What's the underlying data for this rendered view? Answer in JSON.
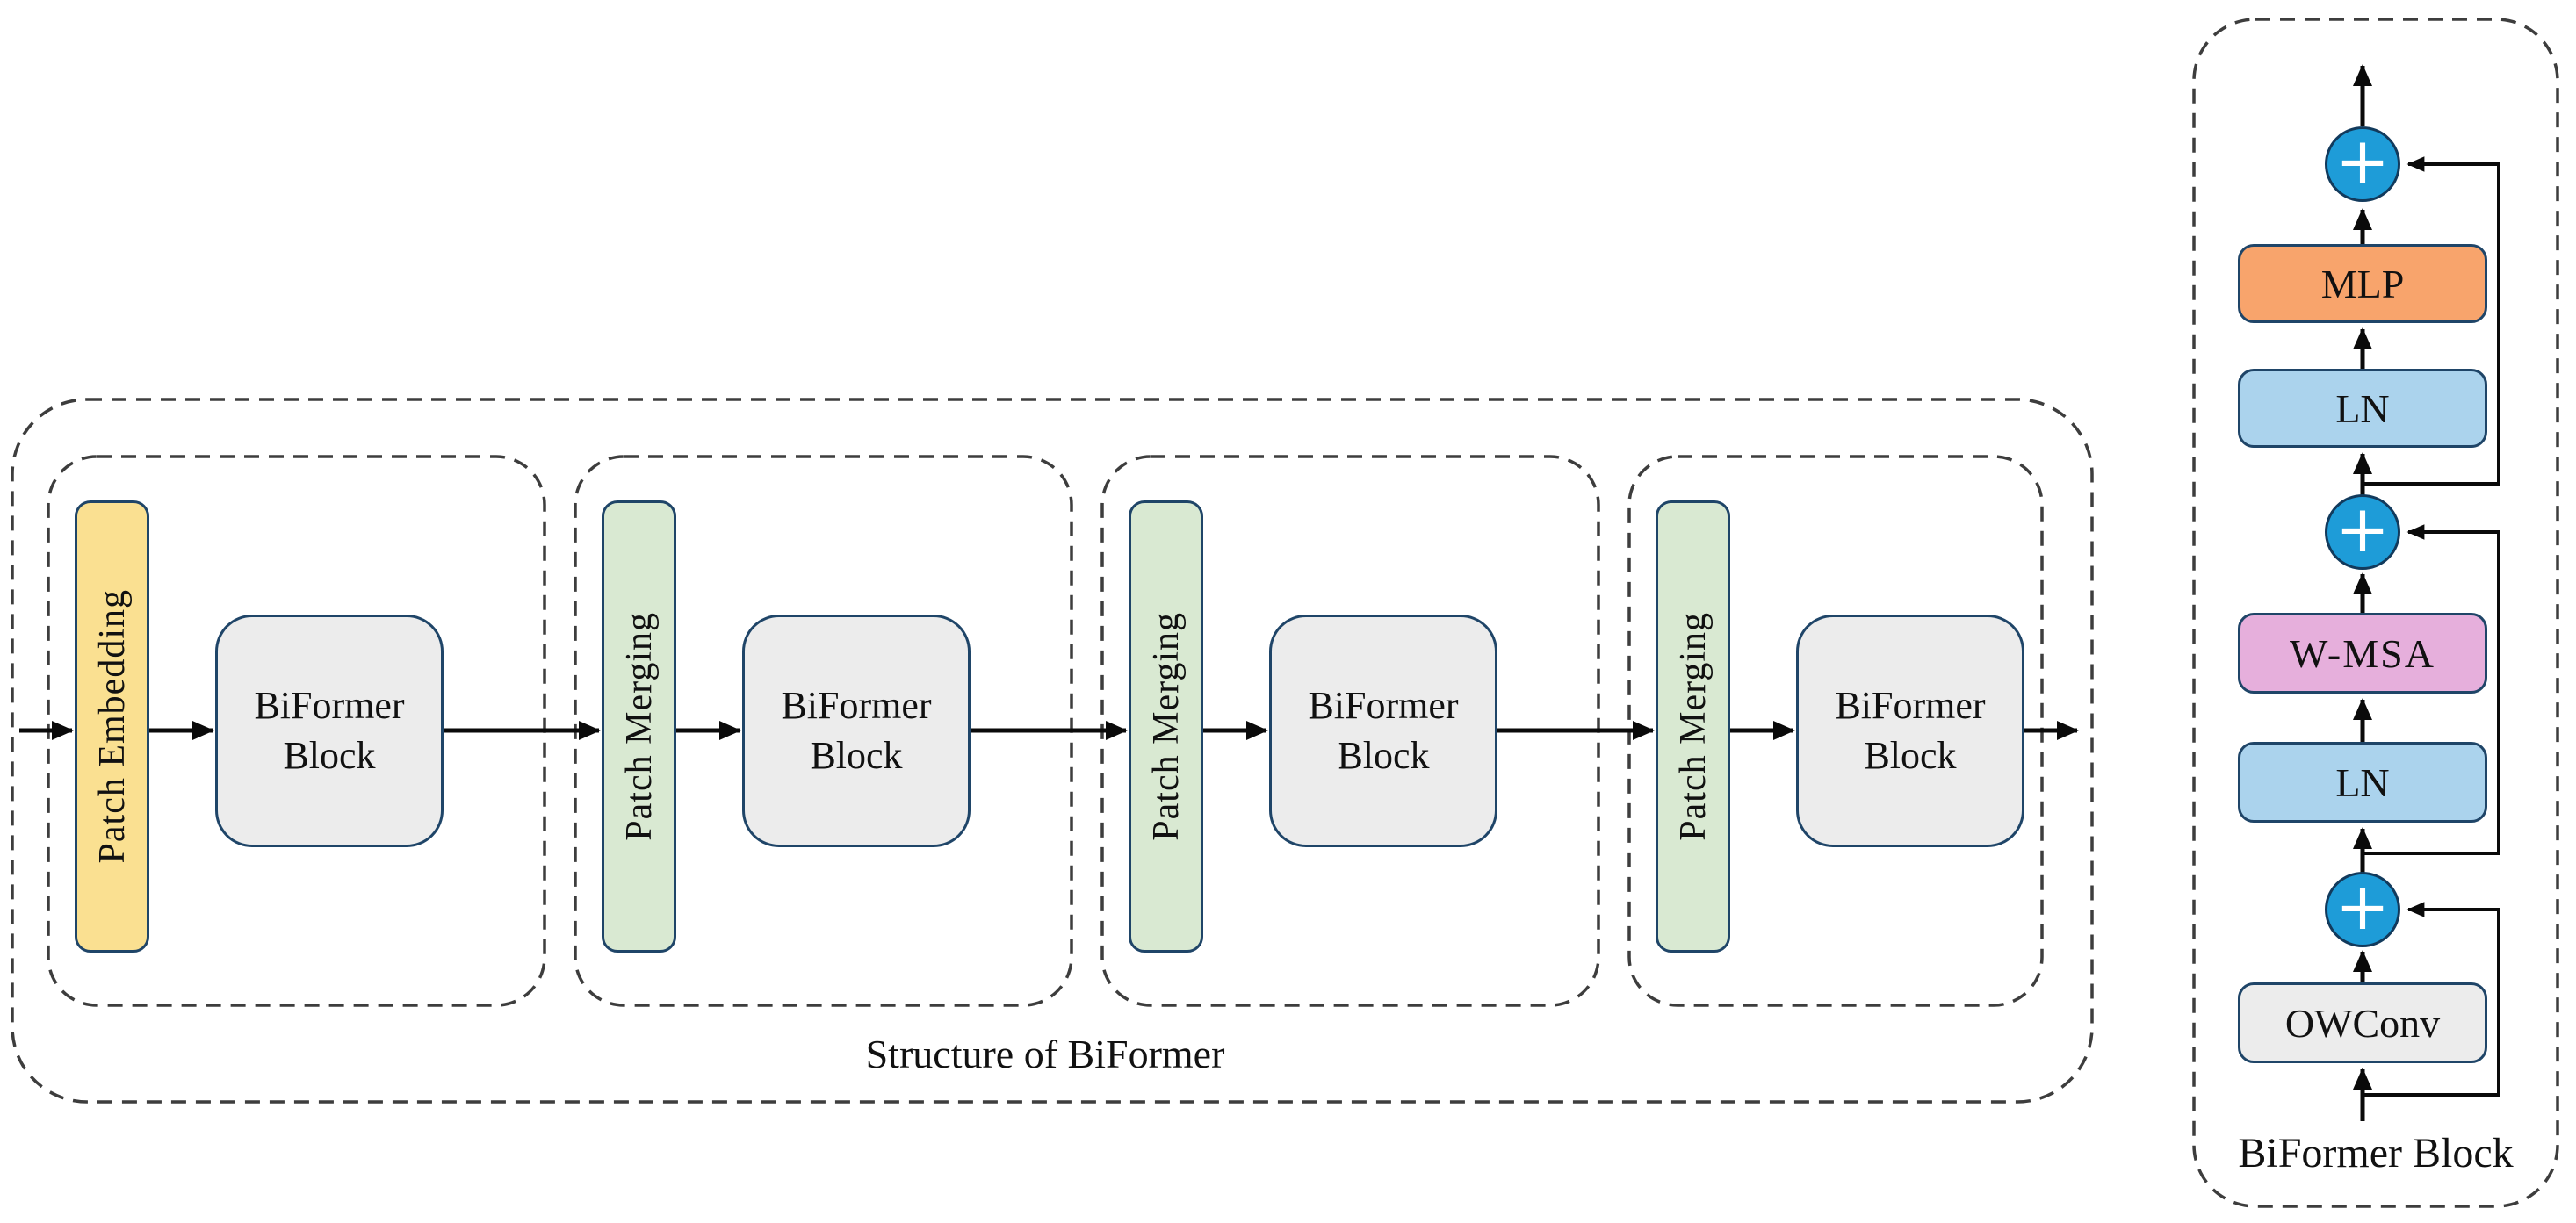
{
  "left_diagram": {
    "caption": "Structure of BiFormer",
    "stages": [
      {
        "pre_label": "Patch Embedding",
        "block_label": "BiFormer Block"
      },
      {
        "pre_label": "Patch Merging",
        "block_label": "BiFormer Block"
      },
      {
        "pre_label": "Patch Merging",
        "block_label": "BiFormer Block"
      },
      {
        "pre_label": "Patch Merging",
        "block_label": "BiFormer Block"
      }
    ]
  },
  "right_diagram": {
    "caption": "BiFormer Block",
    "stack": [
      "OWConv",
      "LN",
      "W-MSA",
      "LN",
      "MLP"
    ],
    "icons": {
      "plus_add": "+"
    }
  },
  "colors": {
    "patch_embedding_fill": "#fae091",
    "patch_merging_fill": "#d9e9d2",
    "biformer_block_fill": "#ececec",
    "mlp_fill": "#f8a46c",
    "ln_fill": "#abd3ed",
    "wmsa_fill": "#e6afdc",
    "owconv_fill": "#ececec",
    "add_circle_fill": "#1e9cd8",
    "box_border": "#1f4568",
    "dashed_border": "#3d3d3d",
    "arrow": "#0a0a0a"
  }
}
